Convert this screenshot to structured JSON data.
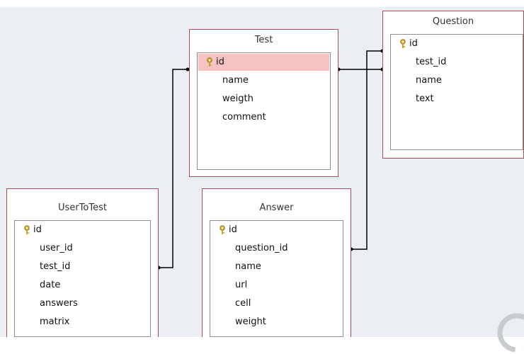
{
  "tables": {
    "test": {
      "title": "Test",
      "fields": [
        "id",
        "name",
        "weigth",
        "comment"
      ]
    },
    "question": {
      "title": "Question",
      "fields": [
        "id",
        "test_id",
        "name",
        "text"
      ]
    },
    "usertotest": {
      "title": "UserToTest",
      "fields": [
        "id",
        "user_id",
        "test_id",
        "date",
        "answers",
        "matrix"
      ]
    },
    "answer": {
      "title": "Answer",
      "fields": [
        "id",
        "question_id",
        "name",
        "url",
        "cell",
        "weight"
      ]
    }
  },
  "icons": {
    "primary_key": "key-icon",
    "busy": "loading-ring-icon"
  },
  "colors": {
    "canvas": "#ebeef2",
    "table_border": "#b04a57",
    "selection": "#f6c3c5",
    "relationship_line": "#000000"
  }
}
